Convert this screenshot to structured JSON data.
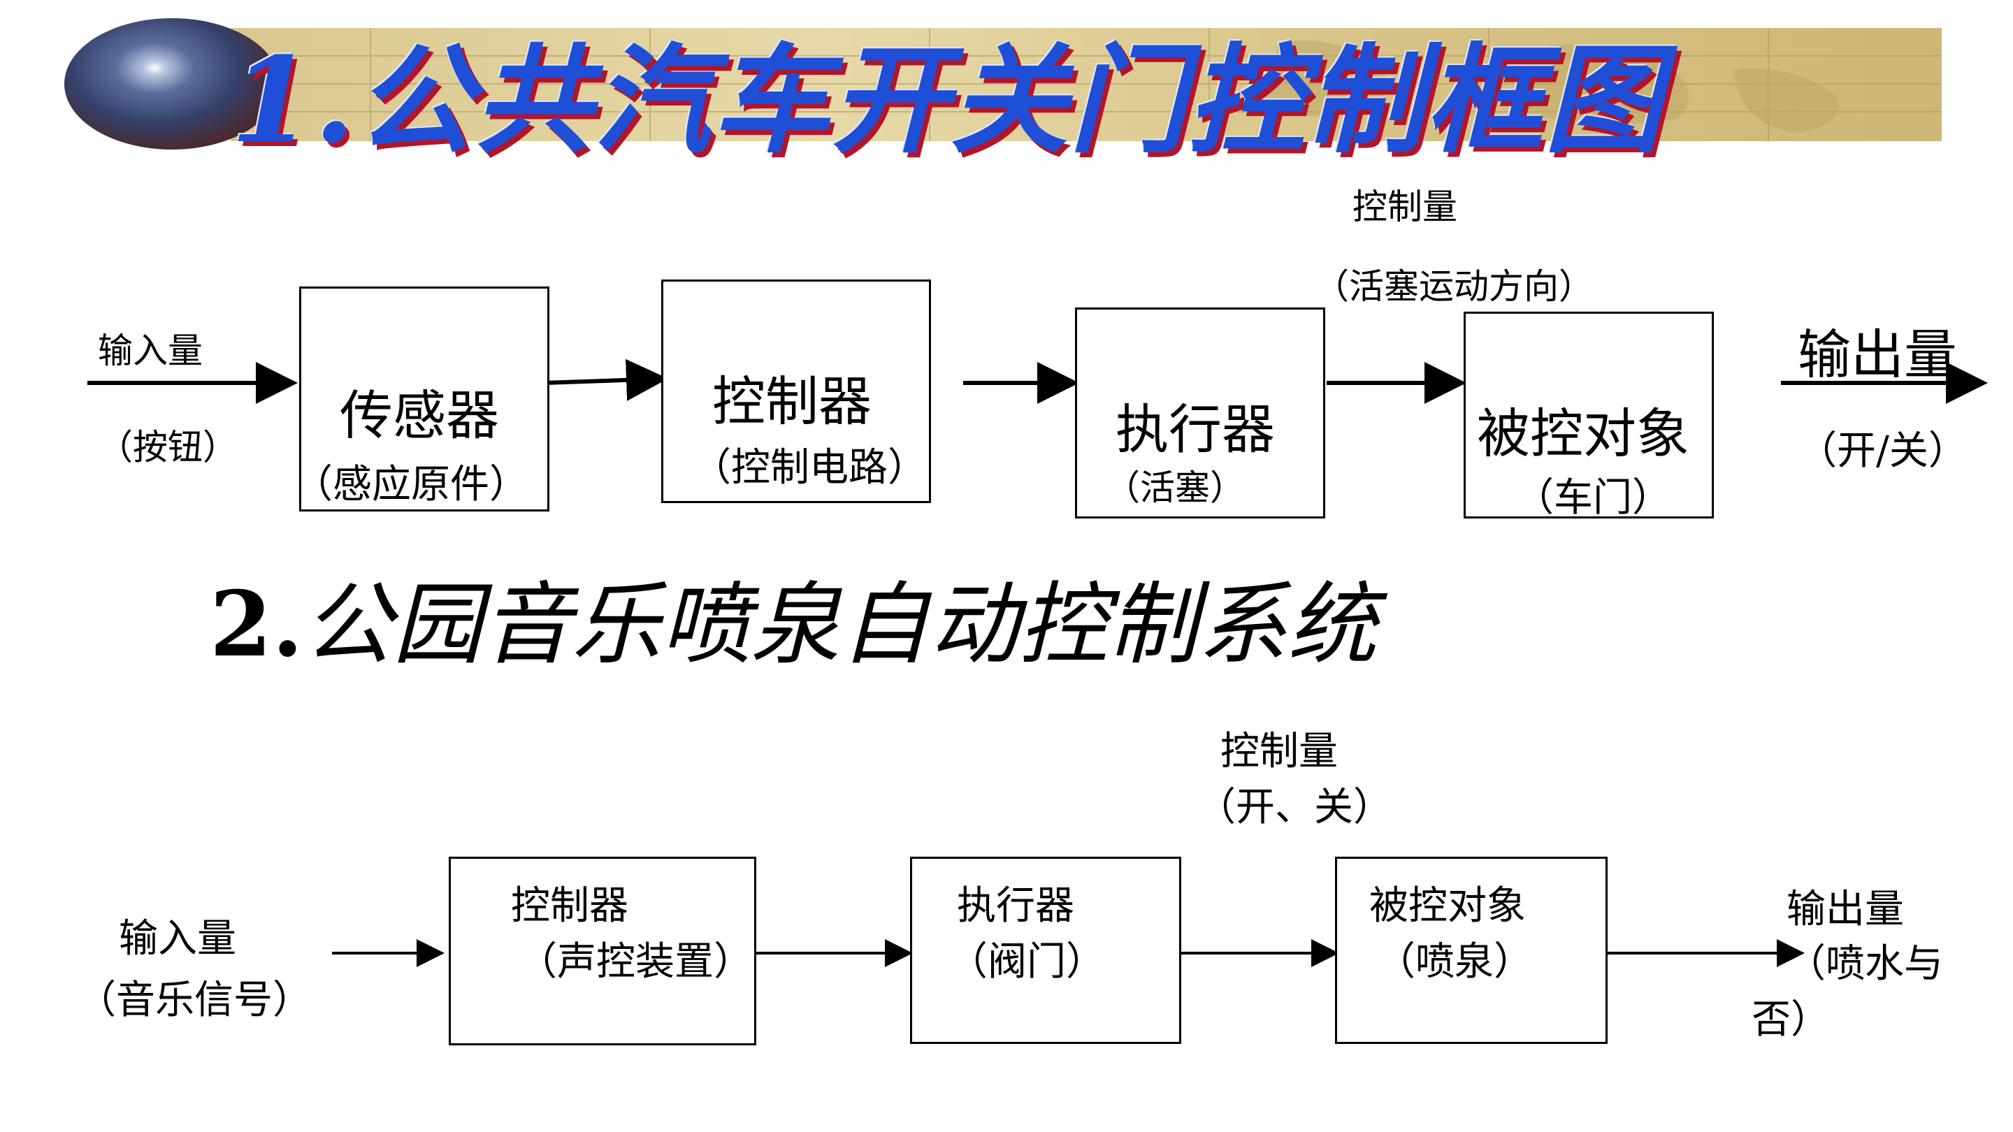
{
  "section1": {
    "title": "1.公共汽车开关门控制框图",
    "input": {
      "label": "输入量",
      "sub": "（按钮）"
    },
    "control_quantity": {
      "label": "控制量",
      "sub": "（活塞运动方向）"
    },
    "blocks": [
      {
        "name": "传感器",
        "sub": "（感应原件）"
      },
      {
        "name": "控制器",
        "sub": "（控制电路）"
      },
      {
        "name": "执行器",
        "sub": "（活塞）"
      },
      {
        "name": "被控对象",
        "sub": "（车门）"
      }
    ],
    "output": {
      "label": "输出量",
      "sub": "（开/关）"
    }
  },
  "section2": {
    "title_num": "2.",
    "title_text": "公园音乐喷泉自动控制系统",
    "input": {
      "label": "输入量",
      "sub": "（音乐信号）"
    },
    "control_quantity": {
      "label": "控制量",
      "sub": "（开、关）"
    },
    "blocks": [
      {
        "name": "控制器",
        "sub": "（声控装置）"
      },
      {
        "name": "执行器",
        "sub": "（阀门）"
      },
      {
        "name": "被控对象",
        "sub": "（喷泉）"
      }
    ],
    "output": {
      "label": "输出量",
      "sub_line1": "（喷水与",
      "sub_line2": "否）"
    }
  },
  "colors": {
    "title_blue": "#1f4fd6",
    "title_shadow": "#b0162b",
    "banner": "#ddcb93"
  }
}
